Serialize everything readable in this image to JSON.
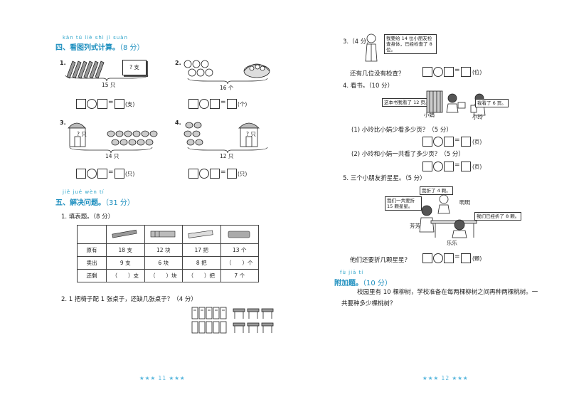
{
  "left": {
    "s4_pinyin": "kàn tú liè shì jì suàn",
    "s4_title": "四、看图列式计算。",
    "s4_score": "（8 分）",
    "p1": {
      "n": "1.",
      "label": "? 支",
      "total": "15 只",
      "unit": "(支)"
    },
    "p2": {
      "n": "2.",
      "total": "16 个",
      "unit": "(个)"
    },
    "p3": {
      "n": "3.",
      "label": "? 只",
      "total": "14 只",
      "unit": "(只)"
    },
    "p4": {
      "n": "4.",
      "total": "12 只",
      "unit": "(只)"
    },
    "s5_pinyin": "jiě jué wèn tí",
    "s5_title": "五、解决问题。",
    "s5_score": "（31 分）",
    "q1": "1. 填表题。（8 分）",
    "table": {
      "rows": [
        [
          "原有",
          "18 支",
          "12 块",
          "17 把",
          "13 个"
        ],
        [
          "卖出",
          "9 支",
          "6 块",
          "8 把",
          "（　　）个"
        ],
        [
          "还剩",
          "（　　）支",
          "（　　）块",
          "（　　）把",
          "7 个"
        ]
      ]
    },
    "q2": "2. 1 把椅子配 1 张桌子，还缺几张桌子？（4 分）",
    "footer": "★★★ 11 ★★★"
  },
  "right": {
    "q3": "3.（4 分）",
    "q3_bubble": "我要给 14 位小朋友检查身体，已经检查了 8 位。",
    "q3_question": "还有几位没有检查？",
    "q3_unit": "(位)",
    "q4": "4. 看书。（10 分）",
    "q4_bubble1": "这本书我看了 12 页。",
    "q4_bubble2": "我看了 6 页。",
    "q4_name1": "小娟",
    "q4_name2": "小玲",
    "q4_sub1": "(1) 小玲比小娟少看多少页？（5 分）",
    "q4_sub2": "(2) 小玲和小娟一共看了多少页？（5 分）",
    "q4_unit": "(页)",
    "q5": "5. 三个小朋友折星星。（5 分）",
    "q5_b1": "我折了 4 颗。",
    "q5_b2": "我们一共要折 15 颗星星。",
    "q5_b3": "我们已经折了 8 颗。",
    "q5_n1": "明明",
    "q5_n2": "芳芳",
    "q5_n3": "乐乐",
    "q5_question": "他们还要折几颗星星？",
    "q5_unit": "(颗)",
    "extra_pinyin": "fù jiā tí",
    "extra_title": "附加题。",
    "extra_score": "（10 分）",
    "extra_text1": "校园里有 10 棵柳树，学校准备在每两棵柳树之间再种两棵桃树。一",
    "extra_text2": "共要种多少棵桃树？",
    "footer": "★★★ 12 ★★★"
  }
}
